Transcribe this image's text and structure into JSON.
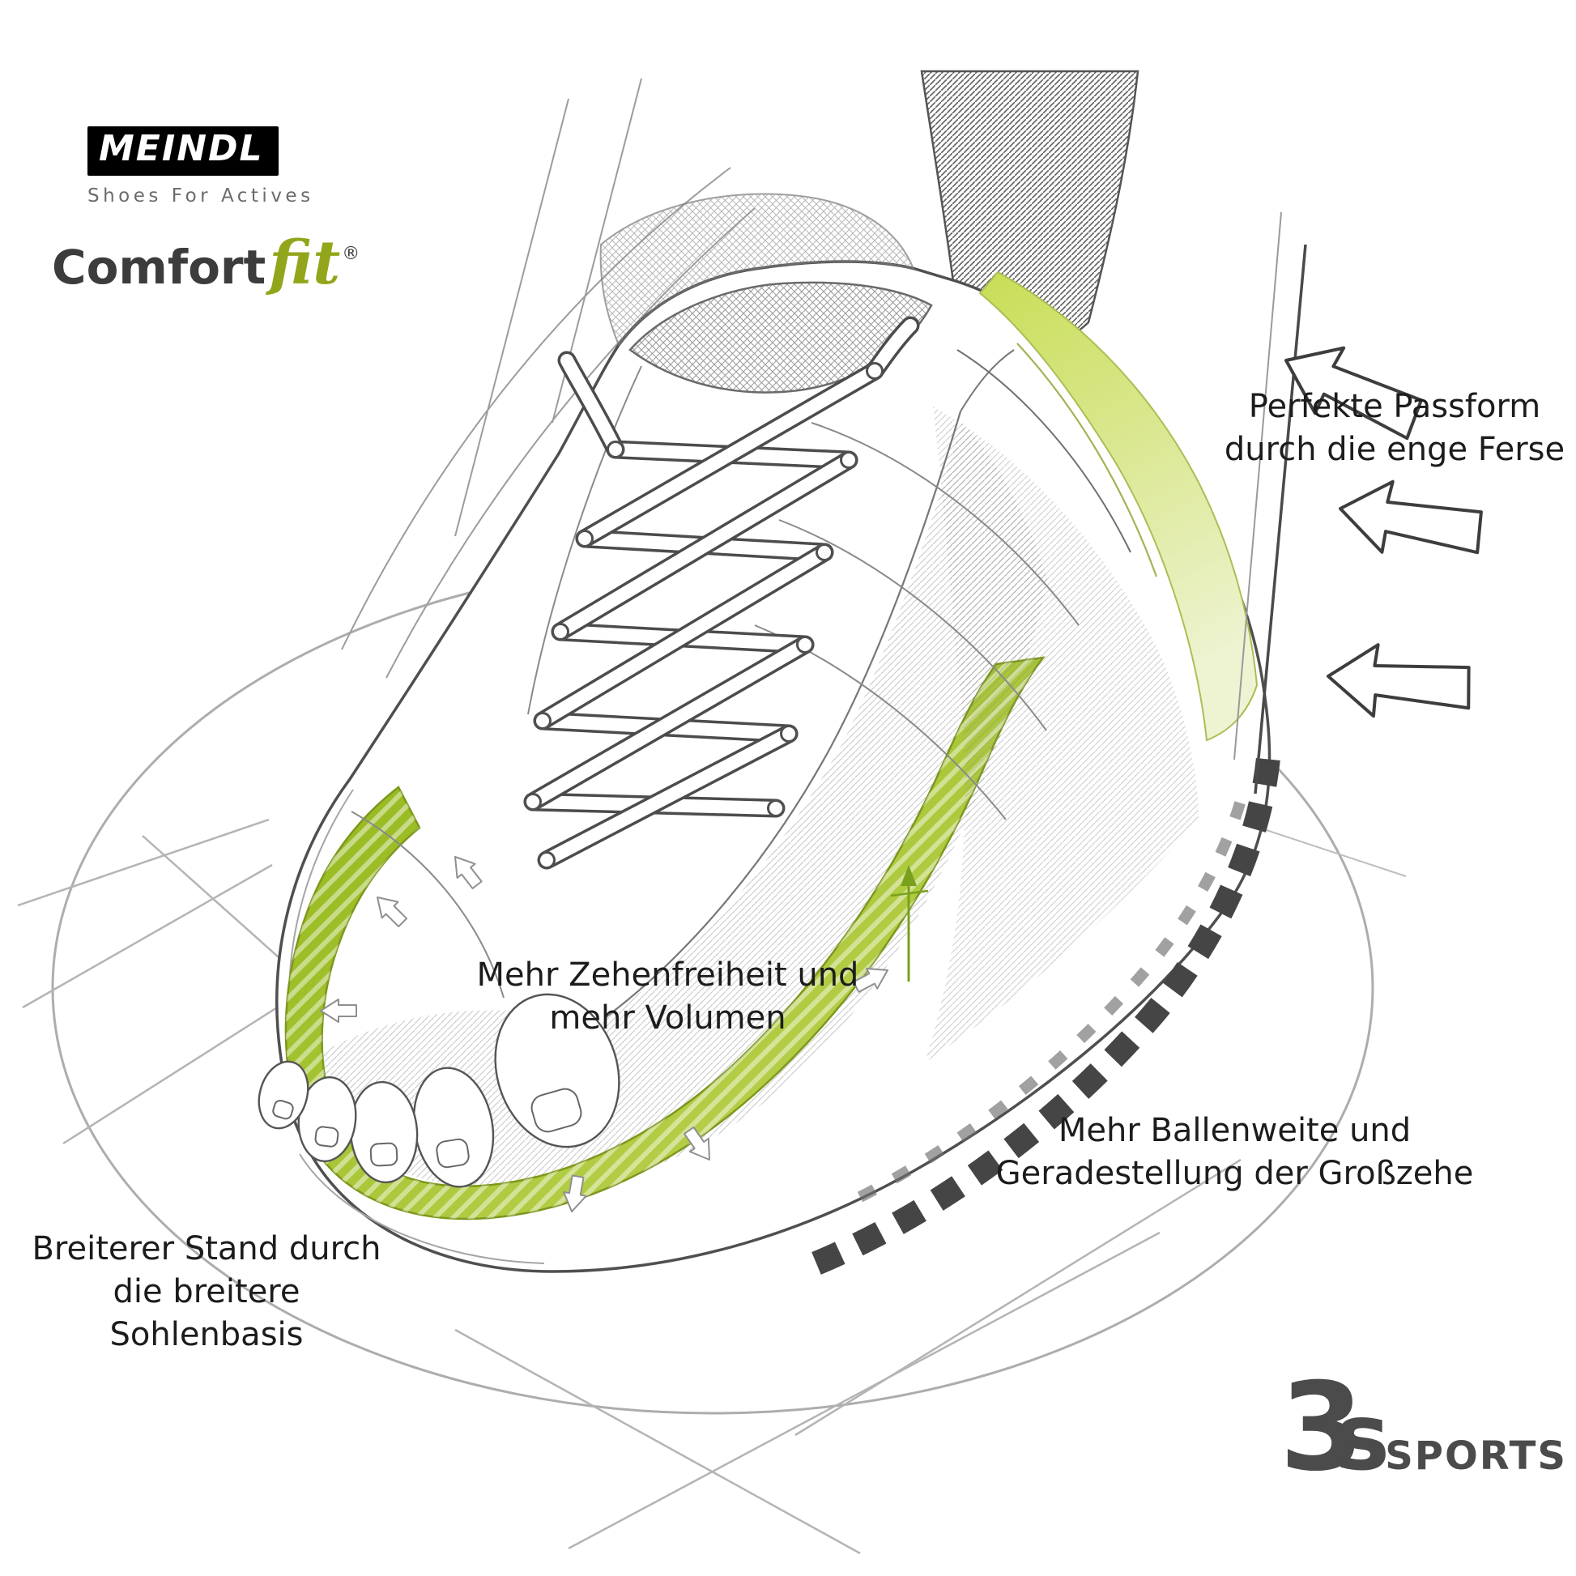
{
  "page": {
    "background": "#ffffff"
  },
  "branding": {
    "meindl_logo": "MEINDL",
    "meindl_tagline": "Shoes For Actives",
    "comfort": "Comfort",
    "fit": "fit",
    "registered": "®"
  },
  "annotations": {
    "heel": {
      "line1": "Perfekte Passform",
      "line2": "durch die enge Ferse"
    },
    "toe": {
      "line1": "Mehr Zehenfreiheit und",
      "line2": "mehr Volumen"
    },
    "ball": {
      "line1": "Mehr Ballenweite und",
      "line2": "Geradestellung der Großzehe"
    },
    "sole": {
      "line1": "Breiterer Stand durch",
      "line2": "die breitere Sohlenbasis"
    }
  },
  "footer_logo": {
    "three": "3",
    "s": "s",
    "sports": "SPORTS"
  },
  "icons": [
    "heel-arrow-icon",
    "outward-arrow-icon",
    "green-measure-icon"
  ],
  "colors": {
    "accent_green": "#9ab818",
    "accent_green_light": "#c3d95c",
    "sketch_dark": "#4f4f4f",
    "sketch_light": "#b4b4b4",
    "text_dark": "#1c1c1c"
  }
}
